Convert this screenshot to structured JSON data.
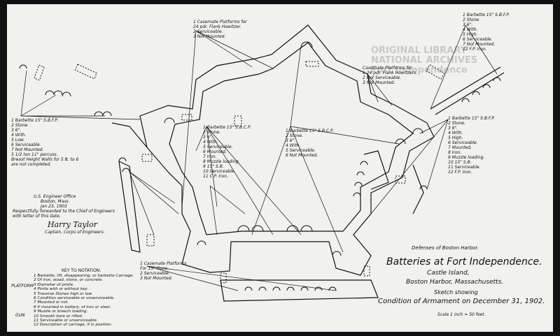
{
  "title_block": {
    "caption": "Defenses of Boston Harbor.",
    "title": "Batteries at Fort Independence.",
    "line1": "Castle Island,",
    "line2": "Boston Harbor, Massachusetts.",
    "line3": "Sketch showing",
    "line4": "Condition of Armament on December 31, 1902.",
    "scale": "Scale 1 inch = 50 feet."
  },
  "office_note": {
    "line1": "U.S. Engineer Office",
    "line2": "Boston, Mass.",
    "line3": "Jan 23, 1903",
    "line4": "Respectfully forwarded to the Chief of Engineers",
    "line5": "with letter of this date.",
    "signature": "Harry Taylor",
    "rank": "Captain, Corps of Engineers."
  },
  "key": {
    "heading": "KEY TO NOTATION.",
    "platform_label": "PLATFORM",
    "gun_label": "GUN",
    "items": [
      "Barbette, lift, disappearing, or barbette Carriage.",
      "Of iron, wood, stone, or concrete.",
      "Diameter of pintle.",
      "Pintle with or without key.",
      "Traverse Stones high or low.",
      "Condition serviceable or unserviceable.",
      "Mounted or not.",
      "If mounted in battery, of iron or steel.",
      "Muzzle or breech loading.",
      "Smooth bore or rifled.",
      "Serviceable or unserviceable.",
      "Description of carriage, if in position."
    ]
  },
  "notes": {
    "left_barbette": [
      "Barbette 15\" S.B.F.P.",
      "Stone.",
      "6\".",
      "With.",
      "Low.",
      "Serviceable.",
      "Not Mounted.",
      "5 1/2 ton 11\" percuss.",
      "Breast Height Walls for 5 B. to 6",
      "are not completed."
    ],
    "center_left": [
      "Barbette 15\" S.B.C.P.",
      "Stone.",
      "6\".",
      "With.",
      "Serviceable.",
      "Mounted.",
      "Iron.",
      "Muzzle loading.",
      "15\" S.B.",
      "Serviceable.",
      "C.P. Iron."
    ],
    "center": [
      "Barbette 15\" S.B.C.P.",
      "Stone.",
      "6\".",
      "With.",
      "Serviceable.",
      "Not Mounted."
    ],
    "top_casemate": [
      "Casemate Platforms for",
      "24 pdr. Flank Howitzer.",
      "Serviceable.",
      "Not Mounted."
    ],
    "mid_casemate": [
      "Casemate Platforms for",
      "24 pdr. Flank Howitzers.",
      "Not Serviceable.",
      "Not Mounted."
    ],
    "bottom_casemate": [
      "Casemate Platforms",
      "For 15\" Guns.",
      "Serviceable.",
      "Not Mounted."
    ],
    "right_top": [
      "Barbette 15\" S.B.F.P.",
      "Stone.",
      "6\".",
      "With.",
      "High.",
      "Serviceable.",
      "Not Mounted.",
      "F.P. Iron."
    ],
    "right_mid": [
      "Barbette 15\" S.B.F.P.",
      "Stone.",
      "6\".",
      "With.",
      "High.",
      "Serviceable.",
      "Mounted.",
      "Iron.",
      "Muzzle loading.",
      "15\" S.B.",
      "Serviceable.",
      "F.P. Iron."
    ]
  },
  "faded_stamp": [
    "ORIGINAL LIBRARY",
    "NATIONAL ARCHIVES",
    "Fort Independence"
  ]
}
